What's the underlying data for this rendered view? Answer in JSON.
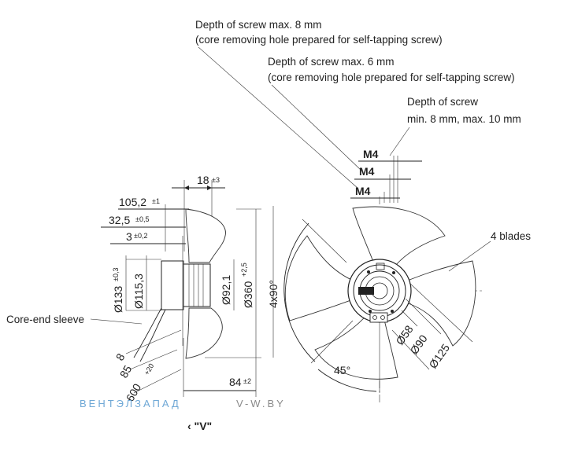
{
  "notes": {
    "screw8_line1": "Depth of screw max. 8 mm",
    "screw8_line2": "(core removing hole prepared for self-tapping screw)",
    "screw6_line1": "Depth of screw max. 6 mm",
    "screw6_line2": "(core removing hole prepared for self-tapping screw)",
    "screw_range_line1": "Depth of screw",
    "screw_range_line2": "min. 8 mm, max. 10 mm",
    "blades": "4 blades",
    "sleeve": "Core-end sleeve"
  },
  "threads": {
    "m1": "M4",
    "m2": "M4",
    "m3": "M4"
  },
  "side_dims": {
    "d18": "18",
    "d18_tol": "±3",
    "d105": "105,2",
    "d105_tol": "±1",
    "d32": "32,5",
    "d32_tol": "±0,5",
    "d3": "3",
    "d3_tol": "±0,2",
    "d133": "Ø133",
    "d133_tol": "±0,3",
    "d115": "Ø115,3",
    "d92": "Ø92,1",
    "d360": "Ø360",
    "d360_tol": "+2,5",
    "angle4x90": "4x90°",
    "d8": "8",
    "d85": "85",
    "d600": "600",
    "d600_tol": "+20",
    "d84": "84",
    "d84_tol": "±2"
  },
  "front_dims": {
    "d58": "Ø58",
    "d90": "Ø90",
    "d125": "Ø125",
    "angle45": "45°"
  },
  "view_label": "‹ \"V\"",
  "watermark": {
    "brand": "ВЕНТЭЛЗАПАД",
    "site": "V-W.BY"
  },
  "colors": {
    "watermark_blue": "#6fa8d6",
    "watermark_grey": "#8a8a8a",
    "line": "#222222"
  }
}
